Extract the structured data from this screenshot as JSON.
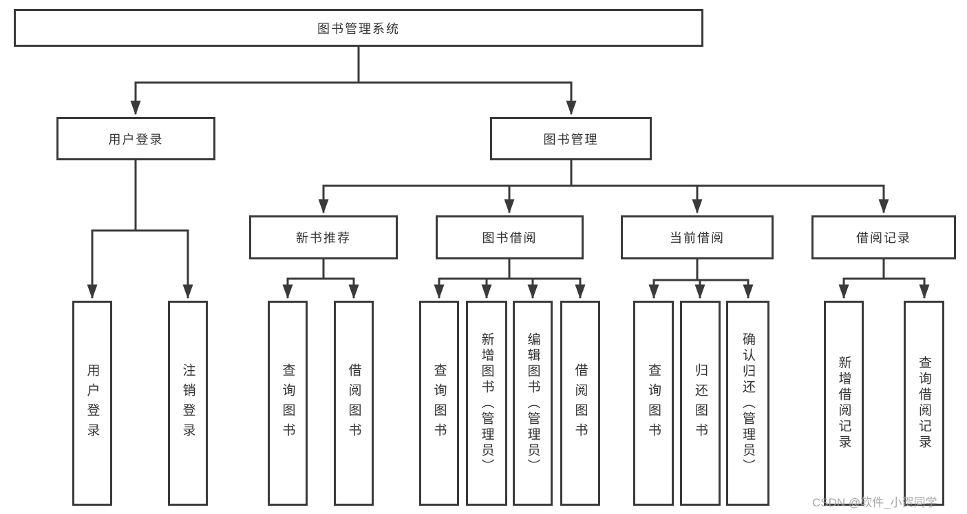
{
  "tree": {
    "root": "图书管理系统",
    "branches": [
      {
        "label": "用户登录",
        "children": [
          "用户登录",
          "注销登录"
        ]
      },
      {
        "label": "图书管理",
        "children": [
          {
            "label": "新书推荐",
            "children": [
              "查询图书",
              "借阅图书"
            ]
          },
          {
            "label": "图书借阅",
            "children": [
              "查询图书",
              "新增图书（管理员）",
              "编辑图书（管理员）",
              "借阅图书"
            ]
          },
          {
            "label": "当前借阅",
            "children": [
              "查询图书",
              "归还图书",
              "确认归还（管理员）"
            ]
          },
          {
            "label": "借阅记录",
            "children": [
              "新增借阅记录",
              "查询借阅记录"
            ]
          }
        ]
      }
    ]
  },
  "watermark": {
    "text": "CSDN @软件_小贺同学"
  },
  "colors": {
    "line": "#3a3a3a",
    "text": "#333333",
    "box_background": "#ffffff",
    "page_background": "#ffffff",
    "watermark": "#a0a0a0"
  }
}
